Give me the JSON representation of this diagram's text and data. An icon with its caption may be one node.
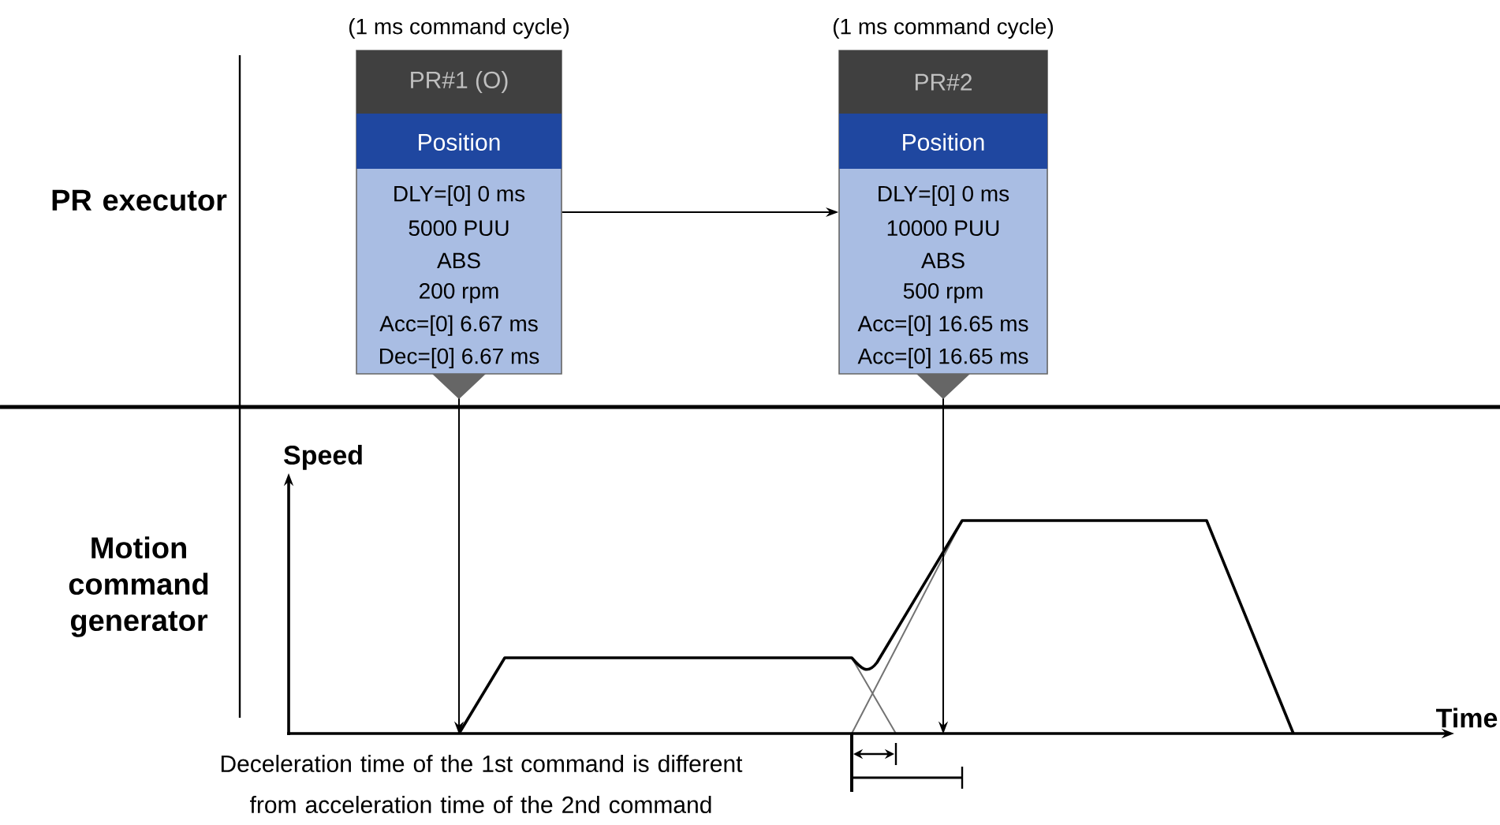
{
  "diagram": {
    "nodes": [
      {
        "text": [
          "PR#1 (O)",
          "Position",
          "DLY=[0] 0 ms",
          "5000 PUU",
          "ABS",
          "200 rpm",
          "Acc=[0] 6.67 ms",
          "Dec=[0] 6.67 ms"
        ],
        "beside": [
          "(1 ms command cycle)"
        ]
      },
      {
        "text": [
          "PR#2",
          "Position",
          "DLY=[0] 0 ms",
          "10000 PUU",
          "ABS",
          "500 rpm",
          "Acc=[0] 16.65 ms",
          "Acc=[0] 16.65 ms"
        ],
        "beside": [
          "(1 ms command cycle)"
        ]
      },
      {
        "text": [],
        "shape": "picture"
      }
    ],
    "edges": [
      {
        "from": 0,
        "to": 1,
        "arrow": "to"
      },
      {
        "from": 0,
        "to": 2,
        "arrow": "to"
      },
      {
        "from": 1,
        "to": 2,
        "arrow": "to"
      }
    ],
    "labels": [
      "PR executor",
      "Speed",
      "Motion command generator",
      "Time",
      "Deceleration time of the 1st command is different from acceleration time of the 2nd command"
    ]
  }
}
